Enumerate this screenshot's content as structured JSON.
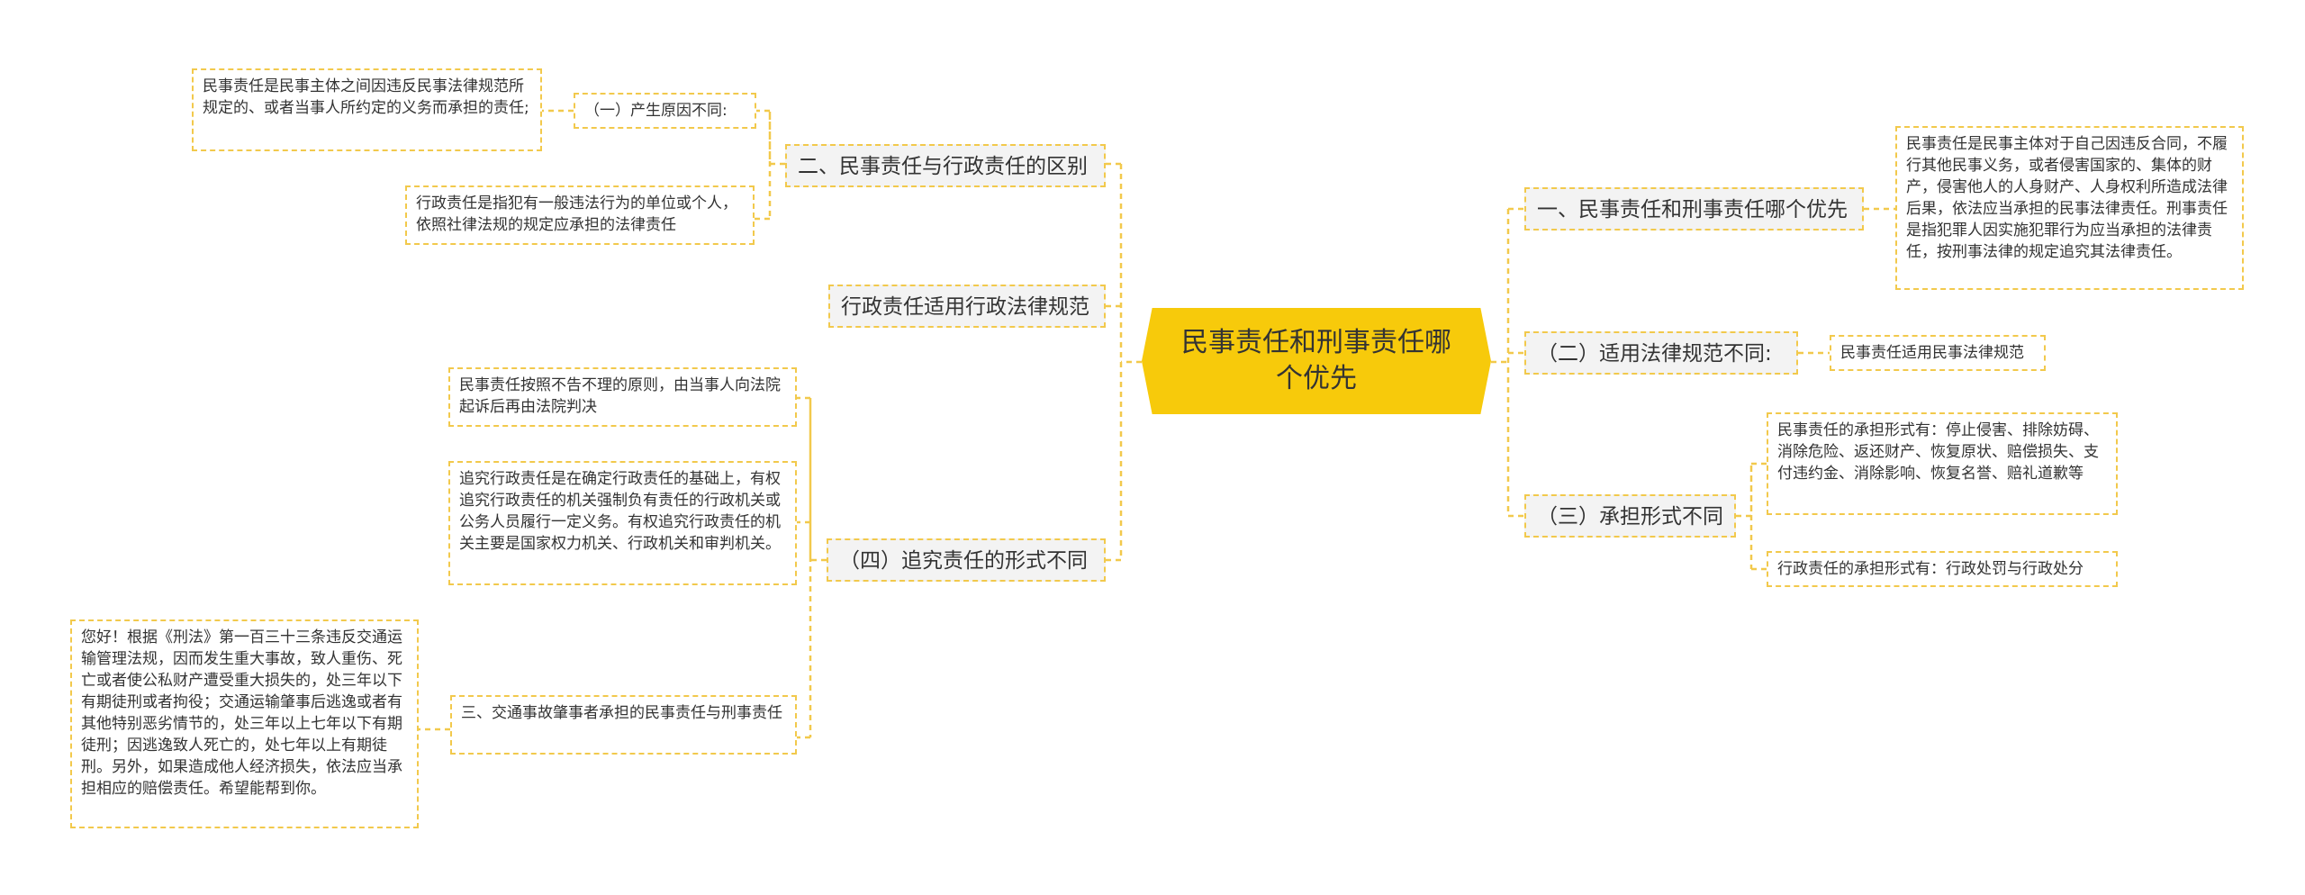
{
  "root": {
    "title": "民事责任和刑事责任哪个优先"
  },
  "left": {
    "b1": {
      "label": "二、民事责任与行政责任的区别",
      "sub1": {
        "label": "（一）产生原因不同:",
        "leaf": "民事责任是民事主体之间因违反民事法律规范所规定的、或者当事人所约定的义务而承担的责任;"
      },
      "leaf2": "行政责任是指犯有一般违法行为的单位或个人，依照社律法规的规定应承担的法律责任"
    },
    "b2": {
      "label": "行政责任适用行政法律规范"
    },
    "b3": {
      "label": "（四）追究责任的形式不同",
      "leaf1": "民事责任按照不告不理的原则，由当事人向法院起诉后再由法院判决",
      "leaf2": "追究行政责任是在确定行政责任的基础上，有权追究行政责任的机关强制负有责任的行政机关或公务人员履行一定义务。有权追究行政责任的机关主要是国家权力机关、行政机关和审判机关。",
      "sub3": {
        "label": "三、交通事故肇事者承担的民事责任与刑事责任",
        "leaf": "您好！根据《刑法》第一百三十三条违反交通运输管理法规，因而发生重大事故，致人重伤、死亡或者使公私财产遭受重大损失的，处三年以下有期徒刑或者拘役；交通运输肇事后逃逸或者有其他特别恶劣情节的，处三年以上七年以下有期徒刑；因逃逸致人死亡的，处七年以上有期徒刑。另外，如果造成他人经济损失，依法应当承担相应的赔偿责任。希望能帮到你。"
      }
    }
  },
  "right": {
    "b1": {
      "label": "一、民事责任和刑事责任哪个优先",
      "leaf": "民事责任是民事主体对于自己因违反合同，不履行其他民事义务，或者侵害国家的、集体的财产，侵害他人的人身财产、人身权利所造成法律后果，依法应当承担的民事法律责任。刑事责任是指犯罪人因实施犯罪行为应当承担的法律责任，按刑事法律的规定追究其法律责任。"
    },
    "b2": {
      "label": "（二）适用法律规范不同:",
      "leaf": "民事责任适用民事法律规范"
    },
    "b3": {
      "label": "（三）承担形式不同",
      "leaf1": "民事责任的承担形式有：停止侵害、排除妨碍、消除危险、返还财产、恢复原状、赔偿损失、支付违约金、消除影响、恢复名誉、赔礼道歉等",
      "leaf2": "行政责任的承担形式有：行政处罚与行政处分"
    }
  },
  "colors": {
    "accent": "#f7ca0b",
    "border": "#f2c94c",
    "branch_bg": "#f3f3f3",
    "text": "#333333"
  }
}
